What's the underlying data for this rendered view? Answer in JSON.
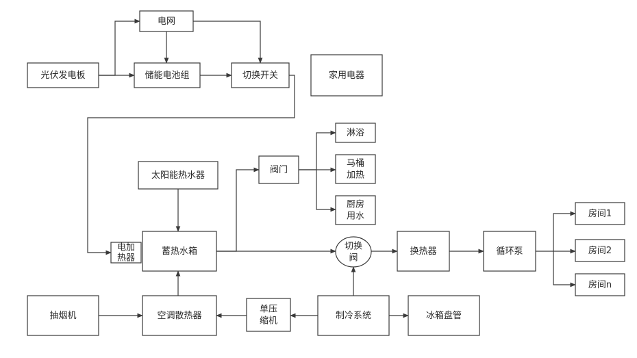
{
  "nodes": [
    {
      "id": "grid",
      "label": "电网"
    },
    {
      "id": "pv",
      "label": "光伏发电板"
    },
    {
      "id": "battery",
      "label": "储能电池组"
    },
    {
      "id": "switch",
      "label": "切换开关"
    },
    {
      "id": "appliance",
      "label": "家用电器"
    },
    {
      "id": "shower",
      "label": "淋浴"
    },
    {
      "id": "solar_heater",
      "label": "太阳能热水器"
    },
    {
      "id": "valve",
      "label": "阀门"
    },
    {
      "id": "toilet_heat",
      "label": "马桶\n加热"
    },
    {
      "id": "kitchen",
      "label": "厨房\n用水"
    },
    {
      "id": "room1",
      "label": "房间1"
    },
    {
      "id": "room2",
      "label": "房间2"
    },
    {
      "id": "roomn",
      "label": "房间n"
    },
    {
      "id": "elec_heating",
      "label": "电加\n热器"
    },
    {
      "id": "tank",
      "label": "蓄热水箱"
    },
    {
      "id": "switch_valve",
      "label": "切换\n阀"
    },
    {
      "id": "exchanger",
      "label": "换热器"
    },
    {
      "id": "pump",
      "label": "循环泵"
    },
    {
      "id": "hood",
      "label": "抽烟机"
    },
    {
      "id": "ac_radiator",
      "label": "空调散热器"
    },
    {
      "id": "compressor",
      "label": "单压\n缩机"
    },
    {
      "id": "cooling",
      "label": "制冷系统"
    },
    {
      "id": "fridge",
      "label": "冰箱盘管"
    }
  ],
  "edges": [
    {
      "from": "pv",
      "to": "grid"
    },
    {
      "from": "pv",
      "to": "battery"
    },
    {
      "from": "grid",
      "to": "battery"
    },
    {
      "from": "grid",
      "to": "switch"
    },
    {
      "from": "battery",
      "to": "switch"
    },
    {
      "from": "switch",
      "to": "elec_heating"
    },
    {
      "from": "solar_heater",
      "to": "tank"
    },
    {
      "from": "tank",
      "to": "valve"
    },
    {
      "from": "valve",
      "to": "shower"
    },
    {
      "from": "valve",
      "to": "toilet_heat"
    },
    {
      "from": "valve",
      "to": "kitchen"
    },
    {
      "from": "tank",
      "to": "switch_valve"
    },
    {
      "from": "switch_valve",
      "to": "exchanger"
    },
    {
      "from": "exchanger",
      "to": "pump"
    },
    {
      "from": "pump",
      "to": "room1"
    },
    {
      "from": "pump",
      "to": "room2"
    },
    {
      "from": "pump",
      "to": "roomn"
    },
    {
      "from": "hood",
      "to": "ac_radiator"
    },
    {
      "from": "ac_radiator",
      "to": "tank"
    },
    {
      "from": "compressor",
      "to": "ac_radiator"
    },
    {
      "from": "cooling",
      "to": "compressor"
    },
    {
      "from": "cooling",
      "to": "switch_valve"
    },
    {
      "from": "cooling",
      "to": "fridge"
    }
  ]
}
